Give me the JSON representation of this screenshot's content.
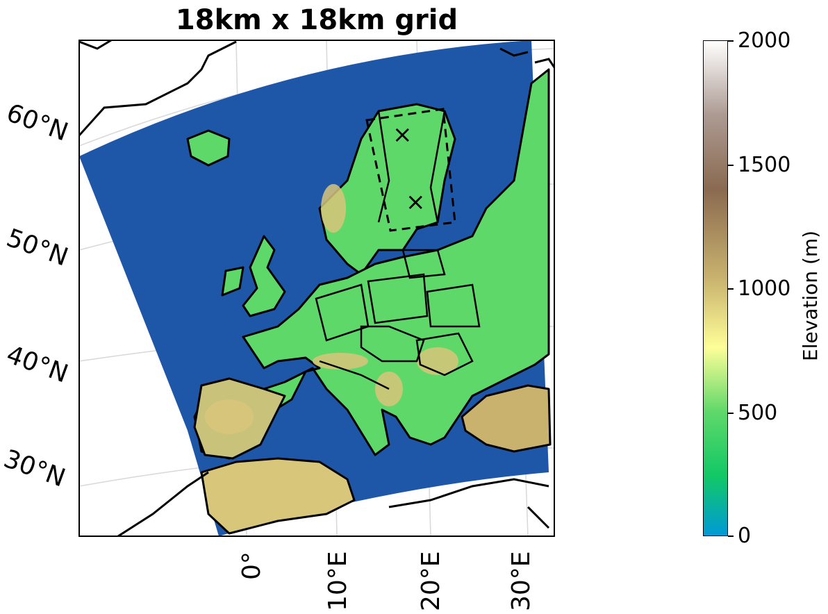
{
  "title": "18km x 18km grid",
  "latitude_labels": [
    "60°N",
    "50°N",
    "40°N",
    "30°N"
  ],
  "longitude_labels": [
    "0°",
    "10°E",
    "20°E",
    "30°E"
  ],
  "colorbar": {
    "label": "Elevation (m)",
    "ticks": [
      "2000",
      "1500",
      "1000",
      "500",
      "0"
    ],
    "min": 0,
    "max": 2000,
    "colormap": "terrain"
  },
  "colors": {
    "ocean": "#1f57a8",
    "lowland": "#5fd86a",
    "highland": "#d8c67a",
    "borders": "#000000"
  },
  "markers": [
    "×",
    "×"
  ],
  "inset_box": "dashed rectangle over northern Scandinavia"
}
